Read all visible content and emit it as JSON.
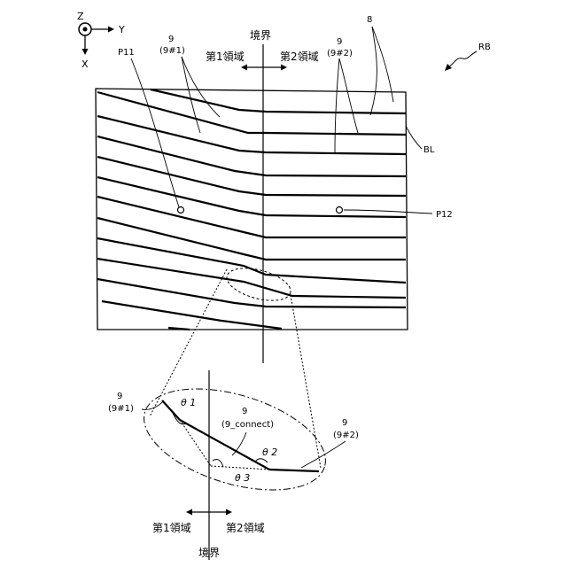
{
  "axes": {
    "z_label": "Z",
    "y_label": "Y",
    "x_label": "X"
  },
  "top": {
    "boundary_label": "境界",
    "region1_label": "第1領域",
    "region2_label": "第2領域",
    "ref_8": "8",
    "ref_rb": "RB",
    "ref_bl": "BL",
    "ref_p11": "P11",
    "ref_p12": "P12",
    "ref_9_left": "9",
    "ref_9_left_sub": "(9#1)",
    "ref_9_right": "9",
    "ref_9_right_sub": "(9#2)"
  },
  "detail": {
    "ref_9_left": "9",
    "ref_9_left_sub": "(9#1)",
    "ref_9_mid": "9",
    "ref_9_mid_sub": "(9_connect)",
    "ref_9_right": "9",
    "ref_9_right_sub": "(9#2)",
    "theta1": "θ 1",
    "theta2": "θ 2",
    "theta3": "θ 3",
    "region1_label": "第1領域",
    "region2_label": "第2領域",
    "boundary_label": "境界"
  }
}
